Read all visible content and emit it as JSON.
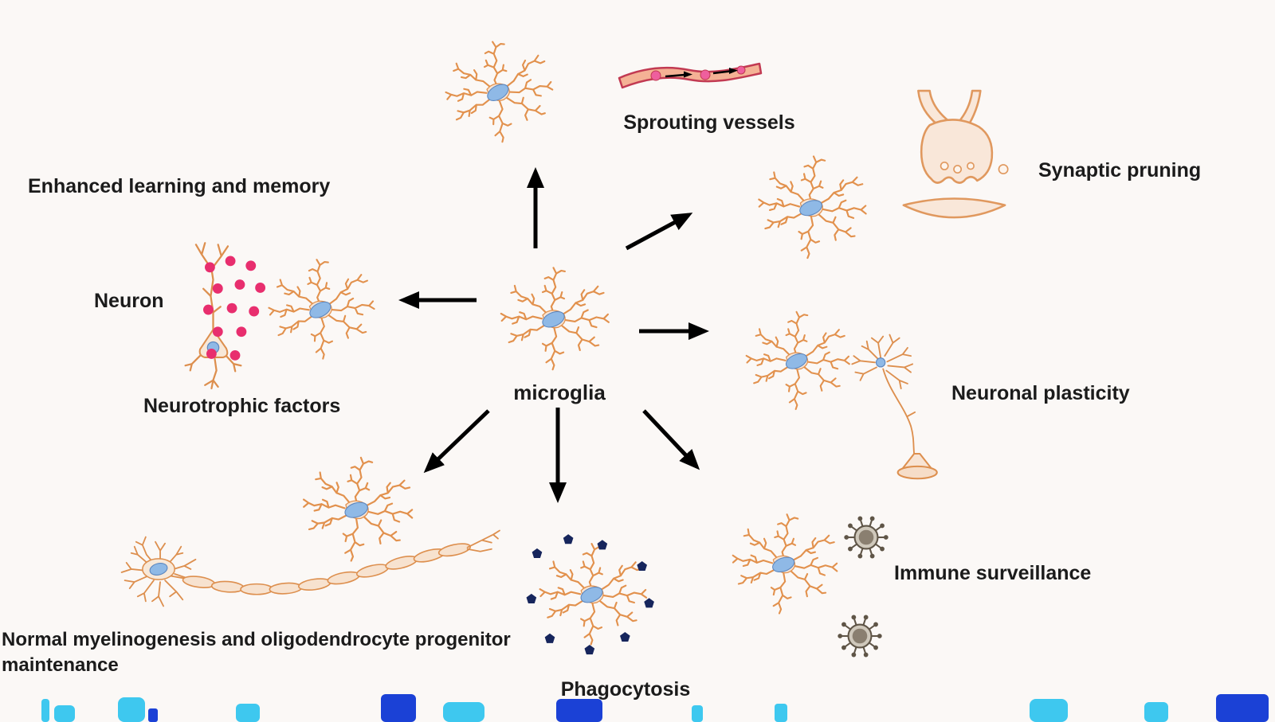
{
  "center": {
    "label": "microglia"
  },
  "labels": {
    "sprouting_vessels": "Sprouting vessels",
    "synaptic_pruning": "Synaptic pruning",
    "enhanced_learning": "Enhanced learning and memory",
    "neuron": "Neuron",
    "neurotrophic_factors": "Neurotrophic factors",
    "neuronal_plasticity": "Neuronal plasticity",
    "myelinogenesis": "Normal myelinogenesis and oligodendrocyte progenitor maintenance",
    "phagocytosis": "Phagocytosis",
    "immune_surveillance": "Immune surveillance"
  },
  "icons": {
    "microglia": "microglia-cell-icon",
    "neuron": "pyramidal-neuron-icon",
    "vessel": "sprouting-vessel-icon",
    "synapse": "synapse-icon",
    "oligodendrocyte": "oligodendrocyte-myelin-icon",
    "plasticity_neuron": "neuron-growth-cone-icon",
    "virus": "pathogen-icon",
    "debris": "debris-particle-icon",
    "factor_dots": "neurotrophic-factor-dots-icon",
    "arrows": "radiating-arrows-icon",
    "caption_artifacts": "cropped-caption-fragments"
  },
  "colors": {
    "background": "#fbf8f6",
    "text": "#1b1b1b",
    "arrow": "#000000",
    "microglia_outline": "#e2914d",
    "nucleus_fill": "#8fb9e6",
    "soma_fill": "#f7e3d2",
    "vessel_outline": "#c23a52",
    "vessel_fill": "#f4b295",
    "vessel_cell": "#ee5f9d",
    "factor_dot": "#e82e6e",
    "debris": "#16255c",
    "virus_body": "#cfc8bb",
    "virus_core": "#8a7f70",
    "artifact_cyan": "#3ec8ef",
    "artifact_blue": "#1b41d6"
  }
}
